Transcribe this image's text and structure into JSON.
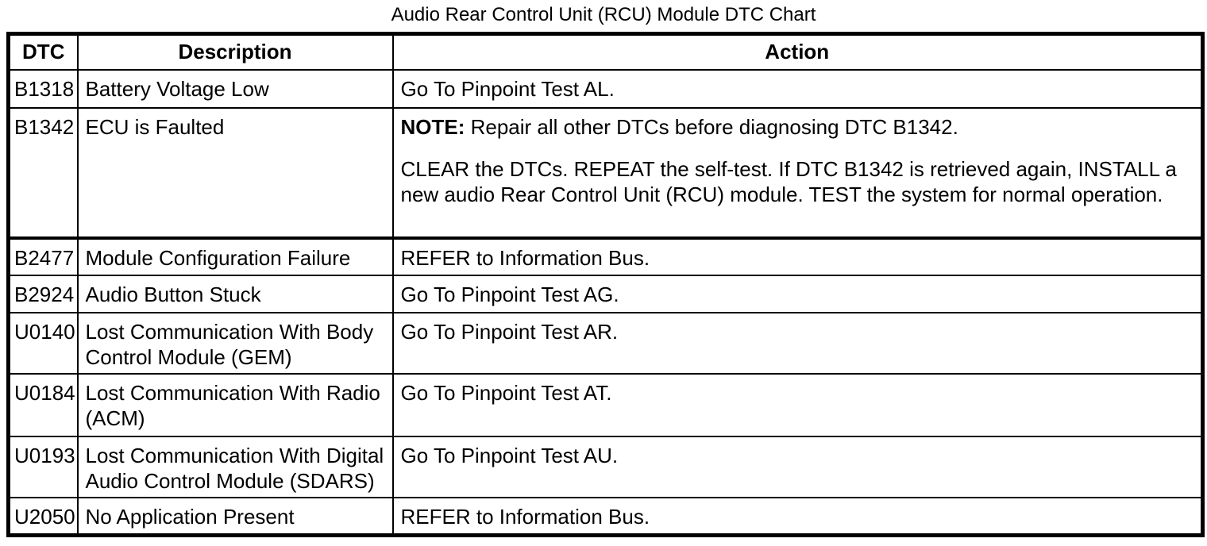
{
  "title": "Audio Rear Control Unit (RCU) Module DTC Chart",
  "table": {
    "columns": [
      "DTC",
      "Description",
      "Action"
    ],
    "rows": [
      {
        "dtc": "B1318",
        "description": "Battery Voltage Low",
        "action": [
          {
            "text": "Go To Pinpoint Test AL."
          }
        ]
      },
      {
        "dtc": "B1342",
        "description": "ECU is Faulted",
        "action": [
          {
            "bold_prefix": "NOTE:",
            "text": " Repair all other DTCs before diagnosing DTC B1342."
          },
          {
            "text": "CLEAR the DTCs. REPEAT the self-test. If DTC B1342 is retrieved again, INSTALL a new audio Rear Control Unit (RCU) module. TEST the system for normal operation."
          }
        ]
      },
      {
        "dtc": "B2477",
        "description": "Module Configuration Failure",
        "action": [
          {
            "text": "REFER to Information Bus."
          }
        ]
      },
      {
        "dtc": "B2924",
        "description": "Audio Button Stuck",
        "action": [
          {
            "text": "Go To Pinpoint Test AG."
          }
        ]
      },
      {
        "dtc": "U0140",
        "description": "Lost Communication With Body Control Module (GEM)",
        "action": [
          {
            "text": "Go To Pinpoint Test AR."
          }
        ]
      },
      {
        "dtc": "U0184",
        "description": "Lost Communication With Radio (ACM)",
        "action": [
          {
            "text": "Go To Pinpoint Test AT."
          }
        ]
      },
      {
        "dtc": "U0193",
        "description": "Lost Communication With Digital Audio Control Module (SDARS)",
        "action": [
          {
            "text": "Go To Pinpoint Test AU."
          }
        ]
      },
      {
        "dtc": "U2050",
        "description": "No Application Present",
        "action": [
          {
            "text": "REFER to Information Bus."
          }
        ]
      }
    ]
  },
  "colors": {
    "text": "#000000",
    "background": "#ffffff",
    "border": "#000000"
  }
}
